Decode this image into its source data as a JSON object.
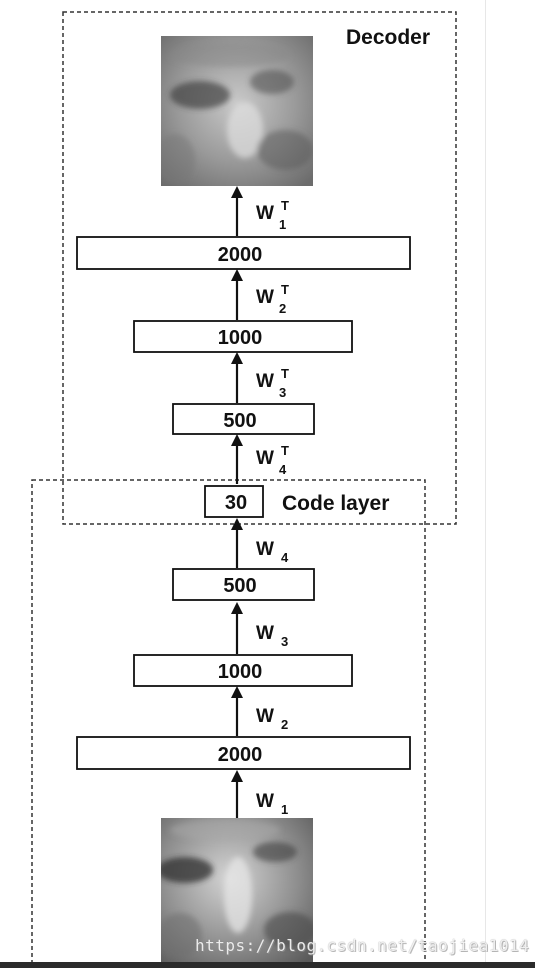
{
  "diagram": {
    "decoder_label": "Decoder",
    "code_layer_label": "Code layer",
    "layers": {
      "decoder_2000": "2000",
      "decoder_1000": "1000",
      "decoder_500": "500",
      "code": "30",
      "encoder_500": "500",
      "encoder_1000": "1000",
      "encoder_2000": "2000"
    },
    "weights": {
      "w1t": {
        "base": "W",
        "sub": "1",
        "sup": "T"
      },
      "w2t": {
        "base": "W",
        "sub": "2",
        "sup": "T"
      },
      "w3t": {
        "base": "W",
        "sub": "3",
        "sup": "T"
      },
      "w4t": {
        "base": "W",
        "sub": "4",
        "sup": "T"
      },
      "w4": {
        "base": "W",
        "sub": "4"
      },
      "w3": {
        "base": "W",
        "sub": "3"
      },
      "w2": {
        "base": "W",
        "sub": "2"
      },
      "w1": {
        "base": "W",
        "sub": "1"
      }
    }
  },
  "watermark": "https://blog.csdn.net/taojiea1014"
}
